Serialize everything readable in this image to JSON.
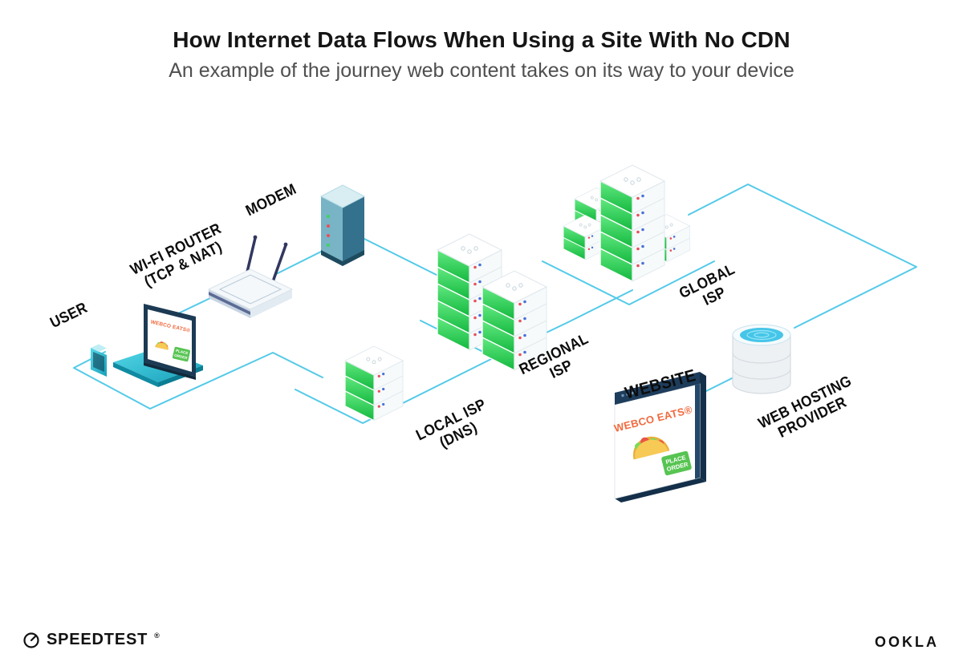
{
  "header": {
    "title": "How Internet Data Flows When Using a Site With No CDN",
    "subtitle": "An example of the journey web content takes on its way to your device"
  },
  "labels": {
    "user": "USER",
    "wifi_router": "WI-FI ROUTER\n(TCP & NAT)",
    "modem": "MODEM",
    "local_isp": "LOCAL ISP\n(DNS)",
    "regional_isp": "REGIONAL\nISP",
    "global_isp": "GLOBAL\nISP",
    "website": "WEBSITE",
    "web_hosting": "WEB HOSTING\nPROVIDER"
  },
  "website_mock": {
    "brand": "WEBCO EATS®",
    "order_line1": "PLACE",
    "order_line2": "ORDER"
  },
  "laptop_mock": {
    "brand": "WEBCO EATS®",
    "order_line1": "PLACE",
    "order_line2": "ORDER"
  },
  "footer": {
    "speedtest": "SPEEDTEST",
    "speedtest_mark": "®",
    "ookla": "OOKLA"
  },
  "colors": {
    "connection_line": "#54CAE9",
    "server_green": "#12B83E",
    "brand_orange": "#F06A3F",
    "button_green": "#57C452",
    "navy": "#1D3C5C",
    "teal": "#2AB5CC"
  }
}
